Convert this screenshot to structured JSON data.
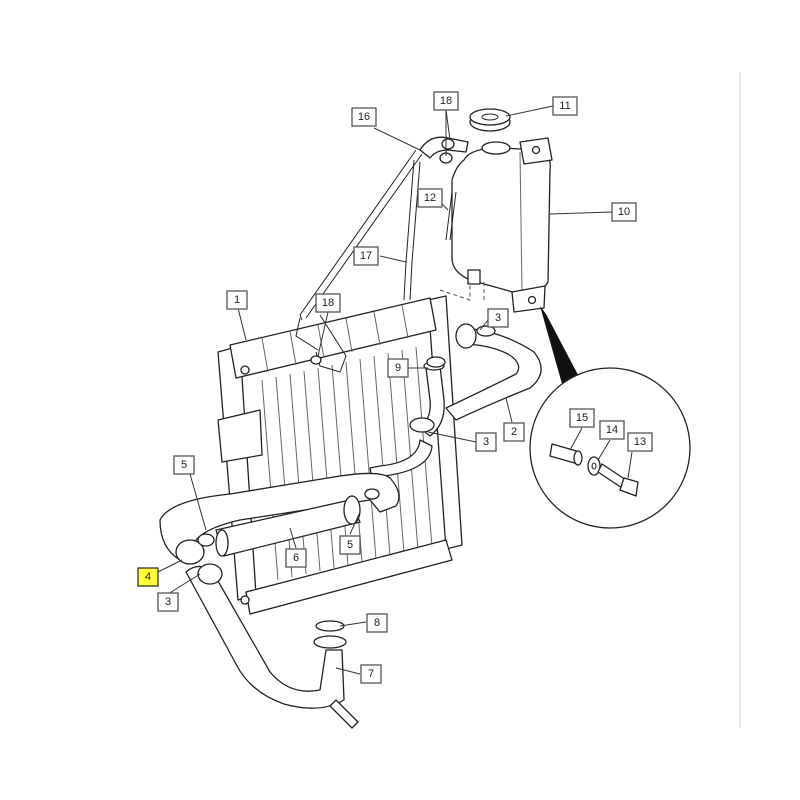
{
  "callouts": [
    {
      "id": "c1",
      "label": "1",
      "highlighted": false
    },
    {
      "id": "c2",
      "label": "2",
      "highlighted": false
    },
    {
      "id": "c3a",
      "label": "3",
      "highlighted": false
    },
    {
      "id": "c3b",
      "label": "3",
      "highlighted": false
    },
    {
      "id": "c3c",
      "label": "3",
      "highlighted": false
    },
    {
      "id": "c4",
      "label": "4",
      "highlighted": true
    },
    {
      "id": "c5a",
      "label": "5",
      "highlighted": false
    },
    {
      "id": "c5b",
      "label": "5",
      "highlighted": false
    },
    {
      "id": "c6",
      "label": "6",
      "highlighted": false
    },
    {
      "id": "c7",
      "label": "7",
      "highlighted": false
    },
    {
      "id": "c8",
      "label": "8",
      "highlighted": false
    },
    {
      "id": "c9",
      "label": "9",
      "highlighted": false
    },
    {
      "id": "c10",
      "label": "10",
      "highlighted": false
    },
    {
      "id": "c11",
      "label": "11",
      "highlighted": false
    },
    {
      "id": "c12",
      "label": "12",
      "highlighted": false
    },
    {
      "id": "c13",
      "label": "13",
      "highlighted": false
    },
    {
      "id": "c14",
      "label": "14",
      "highlighted": false
    },
    {
      "id": "c15",
      "label": "15",
      "highlighted": false
    },
    {
      "id": "c16",
      "label": "16",
      "highlighted": false
    },
    {
      "id": "c17",
      "label": "17",
      "highlighted": false
    },
    {
      "id": "c18a",
      "label": "18",
      "highlighted": false
    },
    {
      "id": "c18b",
      "label": "18",
      "highlighted": false
    }
  ],
  "colors": {
    "highlight": "#ffff33",
    "line": "#222222",
    "background": "#ffffff"
  }
}
